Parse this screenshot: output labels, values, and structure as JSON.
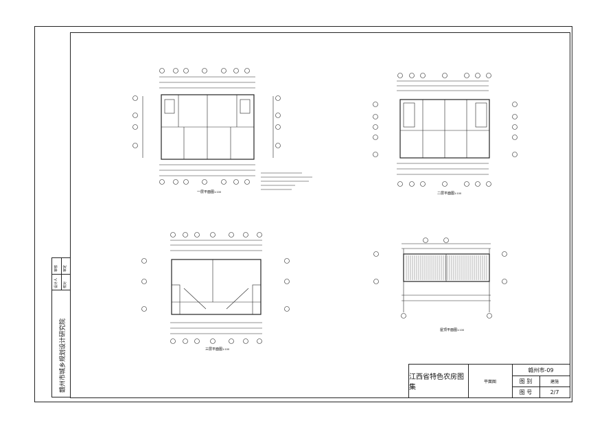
{
  "sidebar": {
    "institute": "赣州市城乡规划设计研究院",
    "row1_a": "审核",
    "row1_b": "审定",
    "row2_a": "设计人",
    "row2_b": "校对"
  },
  "title_block": {
    "atlas_title": "江西省特色农房图集",
    "sheet_name": "平面图",
    "project_code": "赣州市-09",
    "category_label": "图 别",
    "category_value": "建施",
    "sheet_no_label": "图 号",
    "sheet_no_value": "2/7"
  },
  "drawings": {
    "plan1_caption": "一层平面图",
    "plan2_caption": "二层平面图",
    "plan3_caption": "三层平面图",
    "plan4_caption": "屋顶平面图",
    "scale": "1:100"
  }
}
